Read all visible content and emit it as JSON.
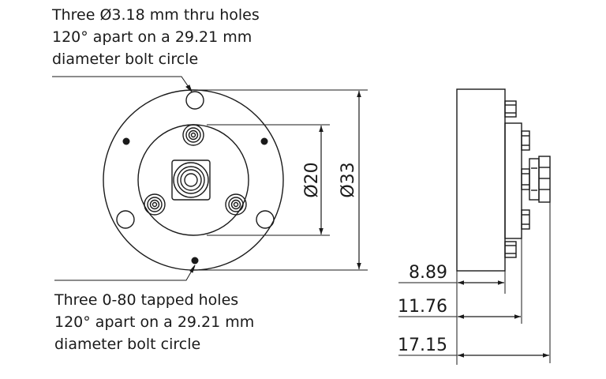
{
  "notes": {
    "thru_holes": {
      "lines": [
        "Three Ø3.18 mm thru holes",
        "120° apart on a 29.21 mm",
        "diameter bolt circle"
      ]
    },
    "tapped_holes": {
      "lines": [
        "Three 0-80 tapped holes",
        "120° apart on a 29.21 mm",
        "diameter bolt circle"
      ]
    }
  },
  "dimensions": {
    "inner_diameter": "Ø20",
    "outer_diameter": "Ø33",
    "depth_1": "8.89",
    "depth_2": "11.76",
    "depth_3": "17.15"
  },
  "colors": {
    "line": "#1a1a1a",
    "background": "#ffffff"
  }
}
